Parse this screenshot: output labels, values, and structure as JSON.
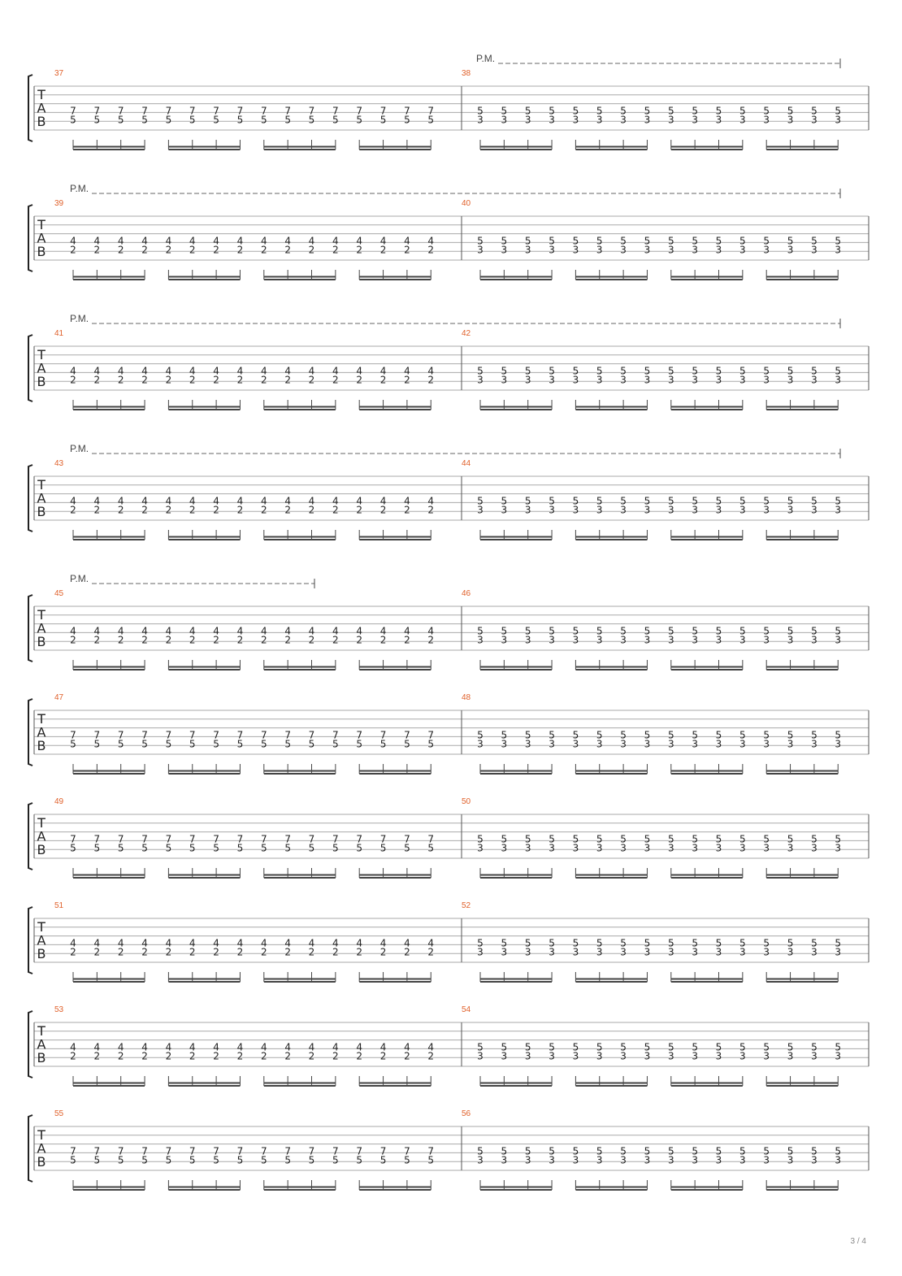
{
  "page_number": "3 / 4",
  "tab_clef": [
    "T",
    "A",
    "B"
  ],
  "pm_label": "P.M.",
  "colors": {
    "bar_number": "#e0602a",
    "staff_line": "#aaaaaa",
    "ink": "#222222"
  },
  "voicings": {
    "A": [
      "7",
      "5"
    ],
    "B": [
      "5",
      "3"
    ],
    "C": [
      "4",
      "2"
    ]
  },
  "systems": [
    {
      "bars": [
        {
          "number": "37",
          "voicing": "A"
        },
        {
          "number": "38",
          "voicing": "B"
        }
      ],
      "palm_mute": "bar2"
    },
    {
      "bars": [
        {
          "number": "39",
          "voicing": "C"
        },
        {
          "number": "40",
          "voicing": "B"
        }
      ],
      "palm_mute": "full"
    },
    {
      "bars": [
        {
          "number": "41",
          "voicing": "C"
        },
        {
          "number": "42",
          "voicing": "B"
        }
      ],
      "palm_mute": "full"
    },
    {
      "bars": [
        {
          "number": "43",
          "voicing": "C"
        },
        {
          "number": "44",
          "voicing": "B"
        }
      ],
      "palm_mute": "full"
    },
    {
      "bars": [
        {
          "number": "45",
          "voicing": "C"
        },
        {
          "number": "46",
          "voicing": "B"
        }
      ],
      "palm_mute": "partial"
    },
    {
      "bars": [
        {
          "number": "47",
          "voicing": "A"
        },
        {
          "number": "48",
          "voicing": "B"
        }
      ],
      "palm_mute": "none"
    },
    {
      "bars": [
        {
          "number": "49",
          "voicing": "A"
        },
        {
          "number": "50",
          "voicing": "B"
        }
      ],
      "palm_mute": "none"
    },
    {
      "bars": [
        {
          "number": "51",
          "voicing": "C"
        },
        {
          "number": "52",
          "voicing": "B"
        }
      ],
      "palm_mute": "none"
    },
    {
      "bars": [
        {
          "number": "53",
          "voicing": "C"
        },
        {
          "number": "54",
          "voicing": "B"
        }
      ],
      "palm_mute": "none"
    },
    {
      "bars": [
        {
          "number": "55",
          "voicing": "A"
        },
        {
          "number": "56",
          "voicing": "B"
        }
      ],
      "palm_mute": "none"
    }
  ],
  "notes_per_bar": 16
}
